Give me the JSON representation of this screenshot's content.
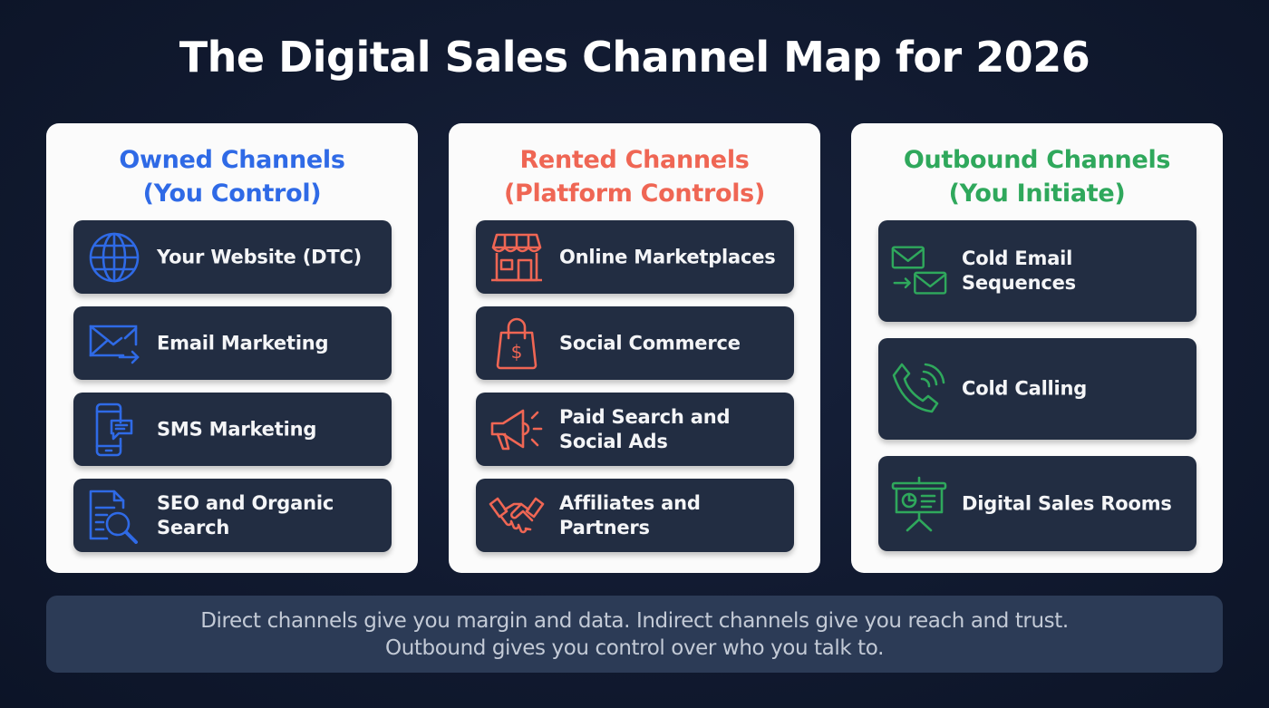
{
  "title": "The Digital Sales Channel Map for 2026",
  "colors": {
    "background": "#111a30",
    "card": "#fbfbfb",
    "item": "#222d42",
    "owned": "#2f6ae6",
    "rented": "#ef6654",
    "outbound": "#2fa85c",
    "footer_bg": "#2c3b56",
    "footer_text": "#c3cad6"
  },
  "columns": [
    {
      "heading_line1": "Owned Channels",
      "heading_line2": "(You Control)",
      "accent": "#2f6ae6",
      "items": [
        {
          "label": "Your Website (DTC)",
          "icon": "globe-icon"
        },
        {
          "label": "Email Marketing",
          "icon": "email-send-icon"
        },
        {
          "label": "SMS Marketing",
          "icon": "phone-chat-icon"
        },
        {
          "label": "SEO and Organic\nSearch",
          "icon": "document-search-icon"
        }
      ]
    },
    {
      "heading_line1": "Rented Channels",
      "heading_line2": "(Platform Controls)",
      "accent": "#ef6654",
      "items": [
        {
          "label": "Online Marketplaces",
          "icon": "storefront-icon"
        },
        {
          "label": "Social Commerce",
          "icon": "shopping-bag-dollar-icon"
        },
        {
          "label": "Paid Search and\nSocial Ads",
          "icon": "megaphone-icon"
        },
        {
          "label": "Affiliates and\nPartners",
          "icon": "handshake-icon"
        }
      ]
    },
    {
      "heading_line1": "Outbound Channels",
      "heading_line2": "(You Initiate)",
      "accent": "#2fa85c",
      "items": [
        {
          "label": "Cold Email\nSequences",
          "icon": "email-sequence-icon"
        },
        {
          "label": "Cold Calling",
          "icon": "phone-call-icon"
        },
        {
          "label": "Digital Sales Rooms",
          "icon": "presentation-board-icon"
        }
      ]
    }
  ],
  "footer": {
    "line1": "Direct channels give you margin and data. Indirect channels give you reach and trust.",
    "line2": "Outbound gives you control over who you talk to."
  }
}
